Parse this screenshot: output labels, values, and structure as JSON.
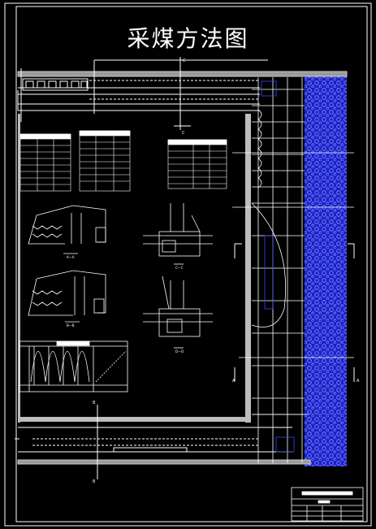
{
  "drawing": {
    "title": "采煤方法图",
    "section_marks": [
      "C",
      "C",
      "A",
      "A",
      "B",
      "B"
    ],
    "view_labels": [
      "A—A",
      "B—B",
      "C—C",
      "D—D"
    ]
  },
  "colors": {
    "background": "#000000",
    "frame": "#ffffff",
    "lines": "#ffffff",
    "coal_seam": "#1a22c8",
    "coal_pattern": "#7a86ff"
  }
}
